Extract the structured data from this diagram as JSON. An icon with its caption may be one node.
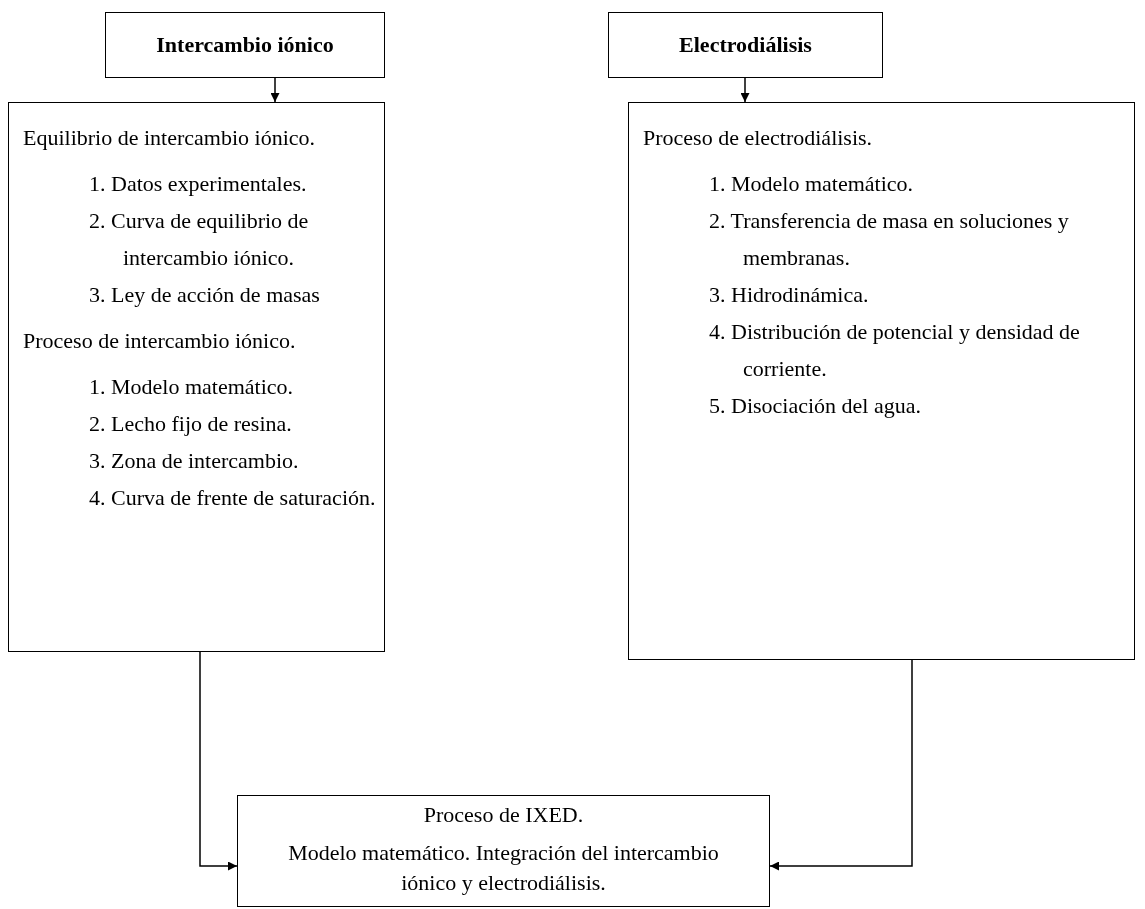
{
  "diagram": {
    "nodes": [
      {
        "text": [
          "Intercambio iónico"
        ]
      },
      {
        "text": [
          "Electrodiálisis"
        ]
      },
      {
        "text": [
          "Equilibrio de intercambio iónico.",
          "1. Datos experimentales.",
          "2. Curva de equilibrio de intercambio iónico.",
          "3. Ley de acción de masas",
          "Proceso de intercambio iónico.",
          "1. Modelo matemático.",
          "2. Lecho fijo de resina.",
          "3. Zona de intercambio.",
          "4. Curva de frente de saturación."
        ]
      },
      {
        "text": [
          "Proceso de electrodiálisis.",
          "1. Modelo matemático.",
          "2. Transferencia de masa en soluciones y membranas.",
          "3. Hidrodinámica.",
          "4. Distribución de potencial y densidad de corriente.",
          "5. Disociación del agua."
        ]
      },
      {
        "text": [
          "Proceso de IXED.",
          "Modelo matemático. Integración del intercambio iónico y electrodiálisis."
        ]
      }
    ],
    "edges": [
      {
        "from": 0,
        "to": 2,
        "arrow": "to"
      },
      {
        "from": 1,
        "to": 3,
        "arrow": "to"
      },
      {
        "from": 2,
        "to": 4,
        "arrow": "to"
      },
      {
        "from": 3,
        "to": 4,
        "arrow": "to"
      }
    ]
  }
}
